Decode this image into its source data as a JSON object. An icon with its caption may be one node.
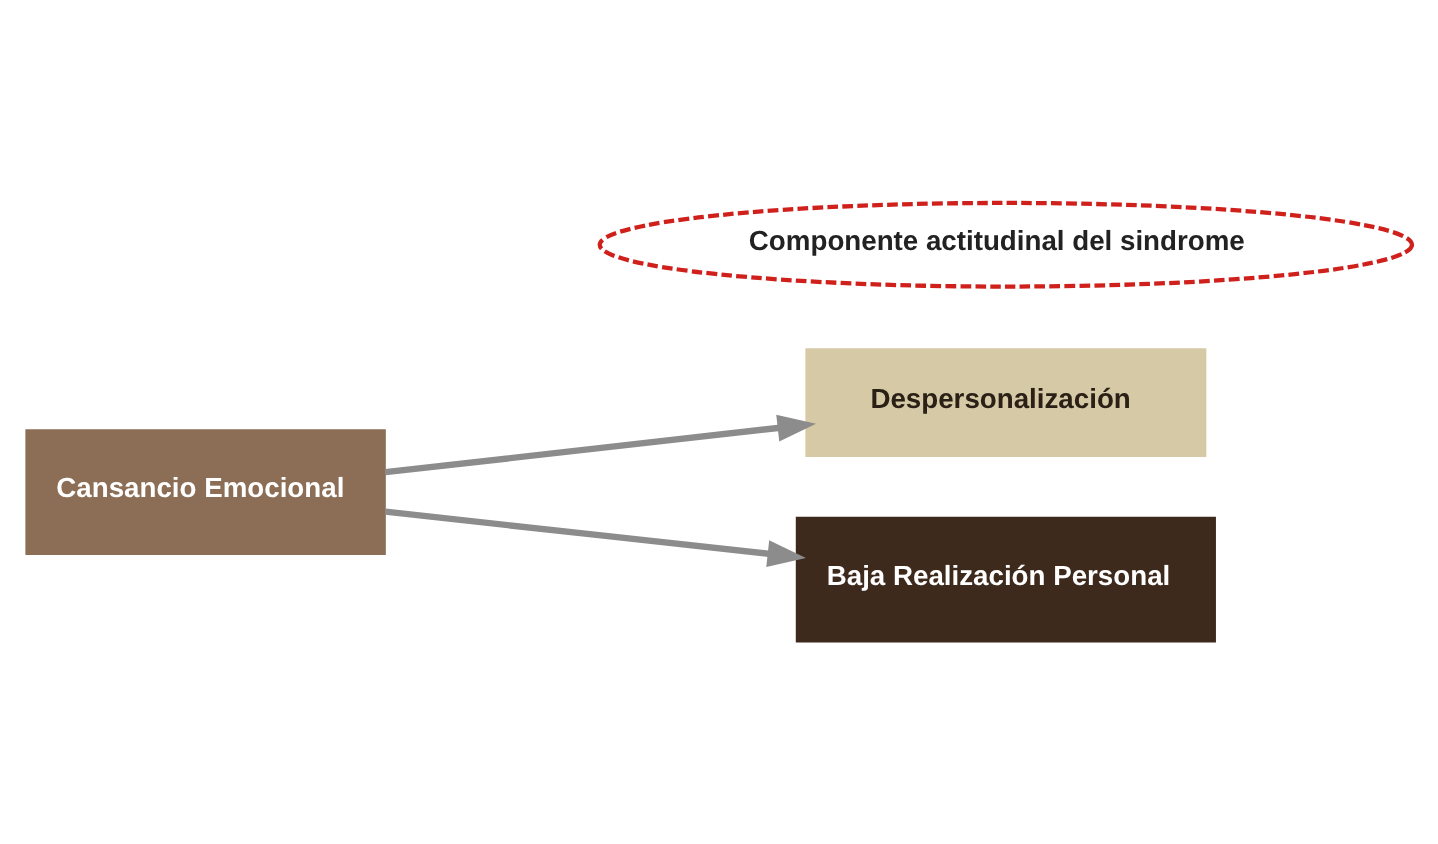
{
  "diagram": {
    "nodes": [
      {
        "text": [
          "Componente actitudinal del sindrome"
        ]
      },
      {
        "text": [
          "Cansancio Emocional"
        ]
      },
      {
        "text": [
          "Despersonalización"
        ]
      },
      {
        "text": [
          "Baja Realización Personal"
        ]
      }
    ],
    "edges": [
      {
        "from": 1,
        "to": 2,
        "arrow": "to"
      },
      {
        "from": 1,
        "to": 3,
        "arrow": "to"
      }
    ]
  }
}
